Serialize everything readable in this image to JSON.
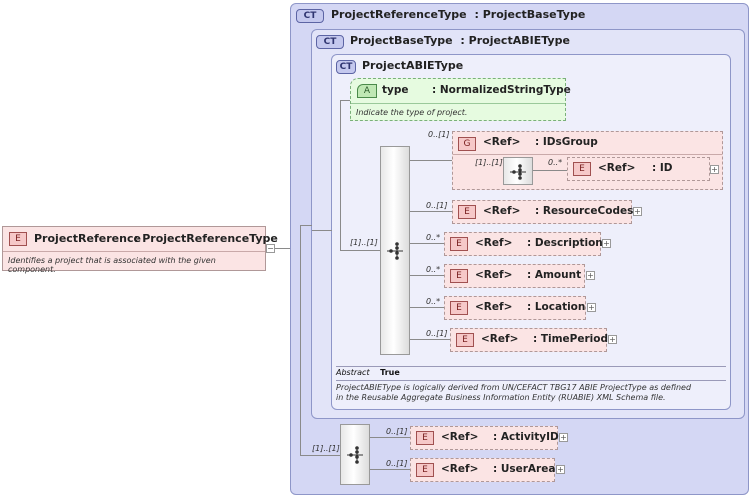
{
  "root": {
    "badge": "E",
    "name": "ProjectReference",
    "type": ": ProjectReferenceType",
    "doc": "Identifies a project that is associated with the given component."
  },
  "outer_type": {
    "badge": "CT",
    "name": "ProjectReferenceType",
    "base": ": ProjectBaseType"
  },
  "mid_type": {
    "badge": "CT",
    "name": "ProjectBaseType",
    "base": ": ProjectABIEType"
  },
  "inner_type": {
    "badge": "CT",
    "name": "ProjectABIEType"
  },
  "attribute": {
    "badge": "A",
    "name": "type",
    "type": ": NormalizedStringType",
    "doc": "Indicate the type of project."
  },
  "group": {
    "badge": "G",
    "ref": "<Ref>",
    "name": ": IDsGroup",
    "cardinality": "0..[1]",
    "seq_cardinality": "[1]..[1]",
    "child": {
      "badge": "E",
      "ref": "<Ref>",
      "name": ": ID",
      "cardinality": "0..*"
    }
  },
  "inner_seq_cardinality": "[1]..[1]",
  "inner_elements": [
    {
      "badge": "E",
      "ref": "<Ref>",
      "name": ": ResourceCodes",
      "cardinality": "0..[1]"
    },
    {
      "badge": "E",
      "ref": "<Ref>",
      "name": ": Description",
      "cardinality": "0..*"
    },
    {
      "badge": "E",
      "ref": "<Ref>",
      "name": ": Amount",
      "cardinality": "0..*"
    },
    {
      "badge": "E",
      "ref": "<Ref>",
      "name": ": Location",
      "cardinality": "0..*"
    },
    {
      "badge": "E",
      "ref": "<Ref>",
      "name": ": TimePeriod",
      "cardinality": "0..[1]"
    }
  ],
  "abstract": {
    "label": "Abstract",
    "value": "True"
  },
  "inner_doc_line1": "ProjectABIEType is logically derived from UN/CEFACT TBG17 ABIE ProjectType as defined",
  "inner_doc_line2": "in the Reusable Aggregate Business Information Entity (RUABIE) XML Schema file.",
  "outer_seq_cardinality": "[1]..[1]",
  "outer_elements": [
    {
      "badge": "E",
      "ref": "<Ref>",
      "name": ": ActivityID",
      "cardinality": "0..[1]"
    },
    {
      "badge": "E",
      "ref": "<Ref>",
      "name": ": UserArea",
      "cardinality": "0..[1]"
    }
  ],
  "symbols": {
    "plus": "+",
    "minus": "−"
  }
}
